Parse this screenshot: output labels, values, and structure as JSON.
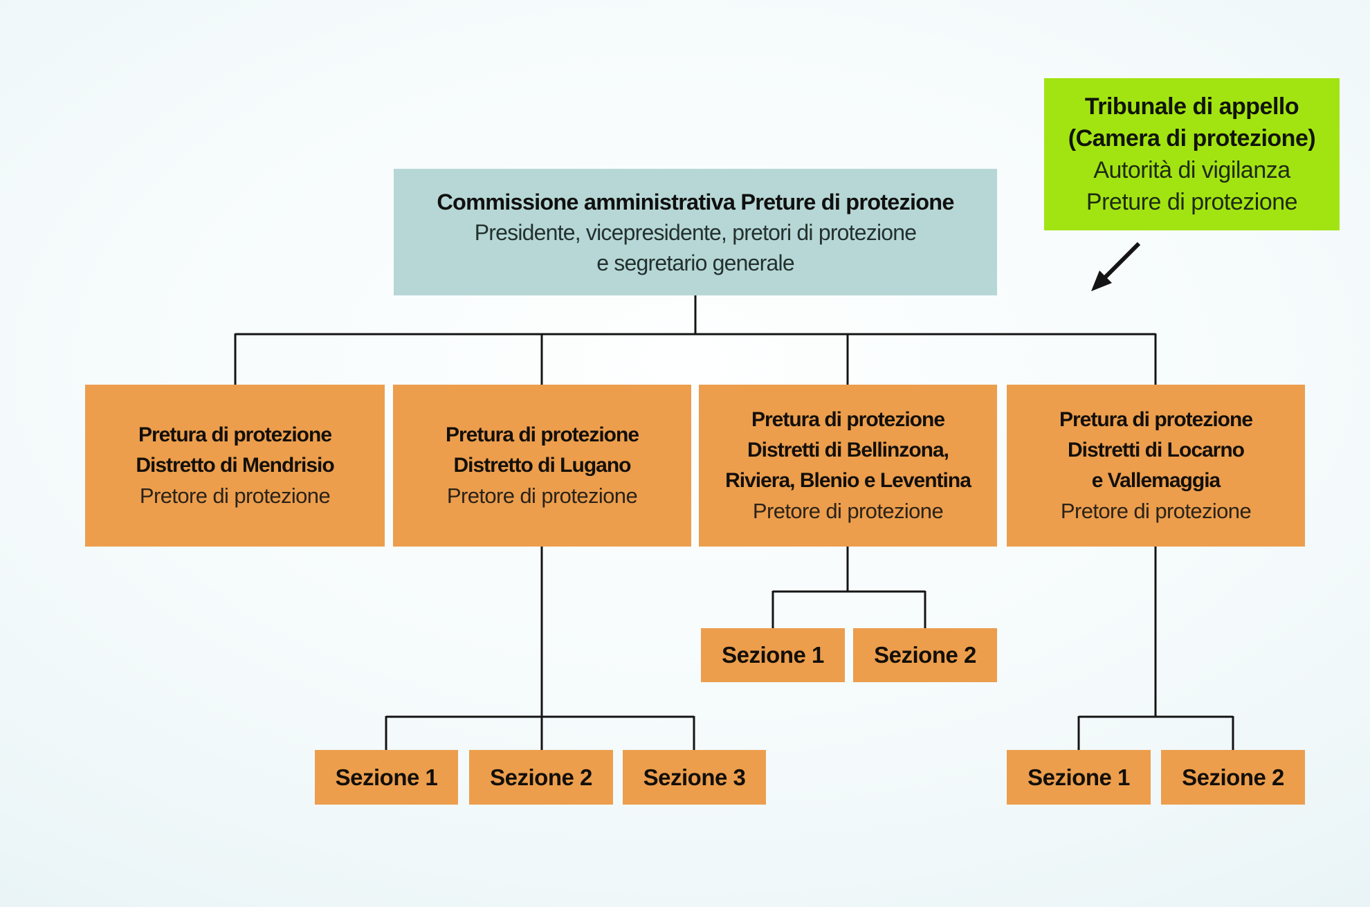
{
  "diagram": {
    "language": "it",
    "colors": {
      "background_edge": "#d9ebf1",
      "background_center": "#feffff",
      "commission_box": "#b6d7d6",
      "appeal_box": "#a2e412",
      "pretura_box": "#ec9e4d",
      "connector_line": "#141414",
      "text": "#161615"
    },
    "nodes": {
      "commissione": {
        "lines": [
          {
            "text": "Commissione amministrativa Preture di protezione",
            "bold": true
          },
          {
            "text": "Presidente, vicepresidente, pretori di protezione",
            "bold": false
          },
          {
            "text": "e segretario generale",
            "bold": false
          }
        ]
      },
      "tribunale": {
        "lines": [
          {
            "text": "Tribunale di appello",
            "bold": true
          },
          {
            "text": "(Camera di protezione)",
            "bold": true
          },
          {
            "text": "Autorità di vigilanza",
            "bold": false
          },
          {
            "text": "Preture di protezione",
            "bold": false
          }
        ]
      },
      "mendrisio": {
        "lines": [
          {
            "text": "Pretura di protezione",
            "bold": true
          },
          {
            "text": "Distretto di Mendrisio",
            "bold": true
          },
          {
            "text": "Pretore di protezione",
            "bold": false
          }
        ]
      },
      "lugano": {
        "lines": [
          {
            "text": "Pretura di protezione",
            "bold": true
          },
          {
            "text": "Distretto di Lugano",
            "bold": true
          },
          {
            "text": "Pretore di protezione",
            "bold": false
          }
        ]
      },
      "bellinzona": {
        "lines": [
          {
            "text": "Pretura di protezione",
            "bold": true
          },
          {
            "text": "Distretti di Bellinzona,",
            "bold": true
          },
          {
            "text": "Riviera, Blenio e Leventina",
            "bold": true
          },
          {
            "text": "Pretore di protezione",
            "bold": false
          }
        ]
      },
      "locarno": {
        "lines": [
          {
            "text": "Pretura di protezione",
            "bold": true
          },
          {
            "text": "Distretti di Locarno",
            "bold": true
          },
          {
            "text": "e Vallemaggia",
            "bold": true
          },
          {
            "text": "Pretore di protezione",
            "bold": false
          }
        ]
      },
      "sezioni": {
        "bellinzona": [
          "Sezione 1",
          "Sezione 2"
        ],
        "lugano": [
          "Sezione 1",
          "Sezione 2",
          "Sezione 3"
        ],
        "locarno": [
          "Sezione 1",
          "Sezione 2"
        ]
      }
    }
  }
}
